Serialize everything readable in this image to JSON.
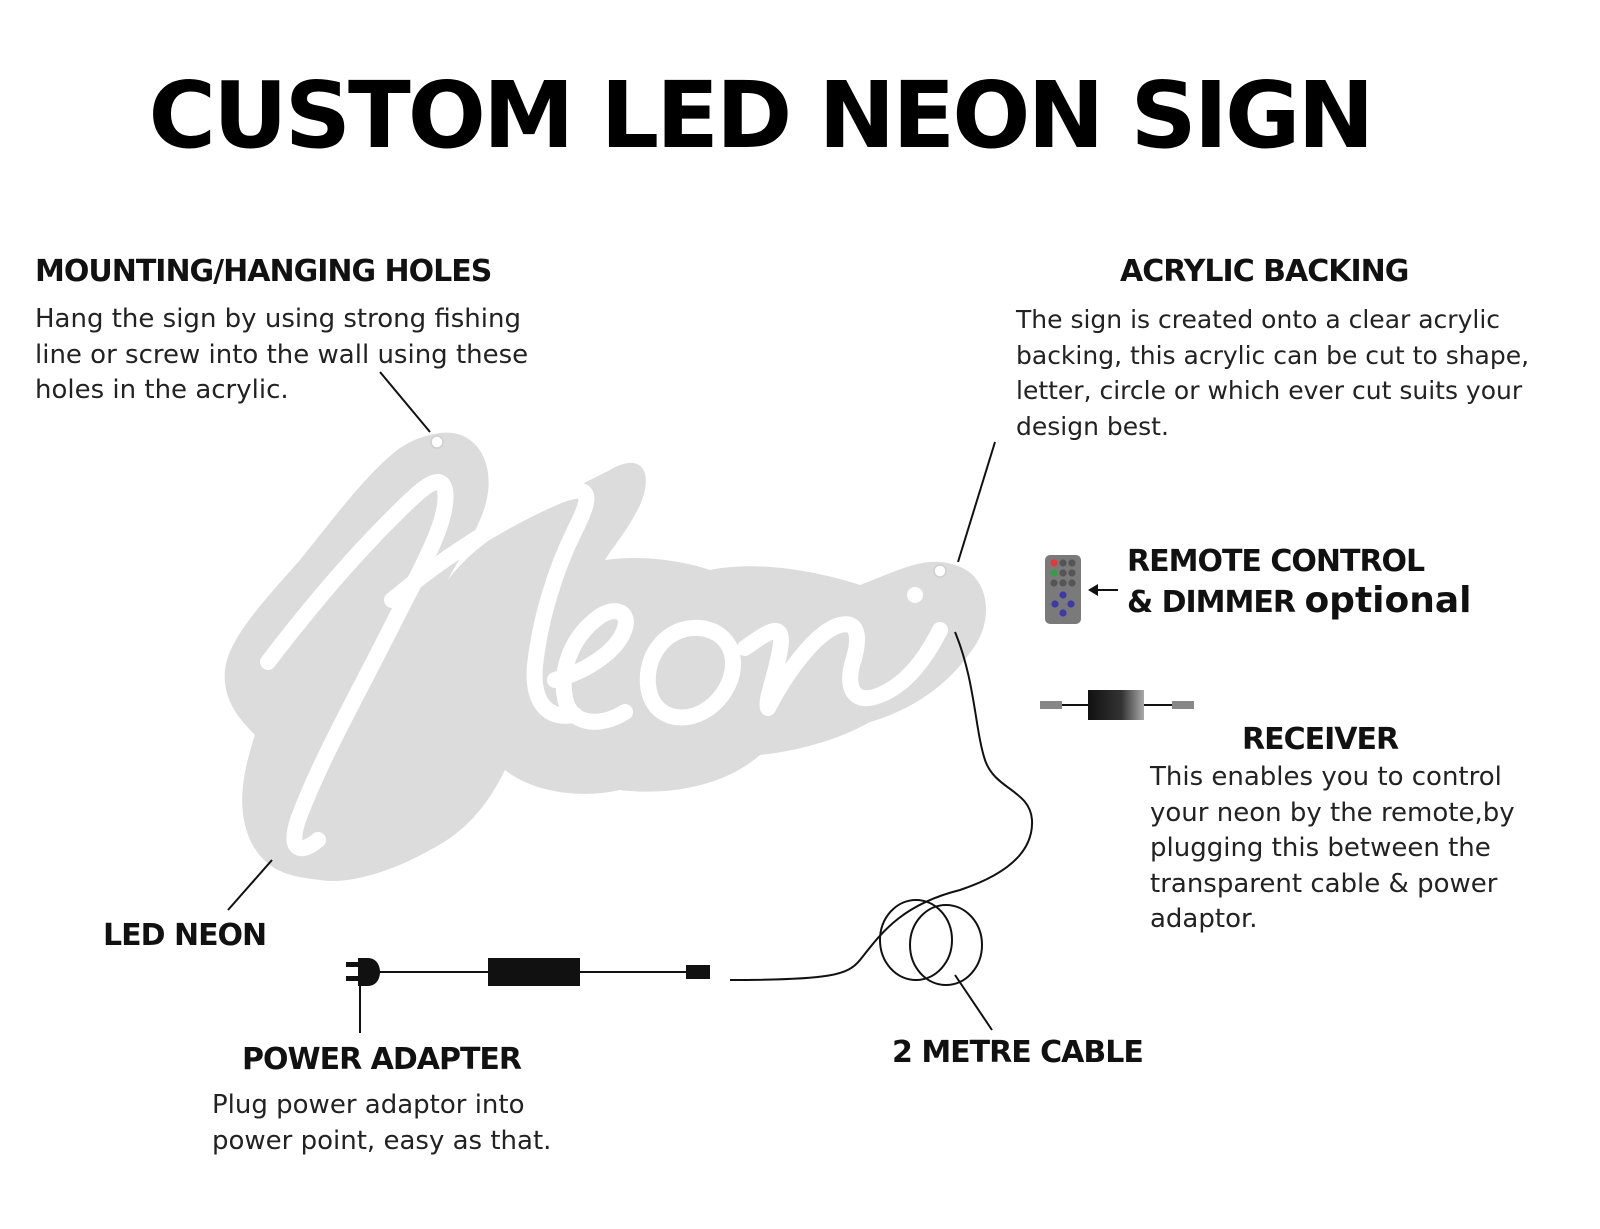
{
  "title": "CUSTOM LED NEON SIGN",
  "sign_text": "Neon",
  "colors": {
    "acrylic": "#dcdcdc",
    "neon": "#ffffff",
    "ink": "#111111",
    "remote_body": "#7a7a7a",
    "remote_red": "#e03a3a",
    "remote_green": "#3a9a4a",
    "remote_blue": "#3d3aa8"
  },
  "mounting": {
    "heading": "MOUNTING/HANGING HOLES",
    "lines": [
      "Hang the sign by using strong fishing",
      "line or screw into the wall using these",
      "holes in the acrylic."
    ]
  },
  "acrylic": {
    "heading": "ACRYLIC BACKING",
    "lines": [
      "The sign is created onto a clear acrylic",
      "backing, this acrylic can be cut to shape,",
      "letter, circle or which ever cut suits your",
      "design best."
    ]
  },
  "remote": {
    "line1": "REMOTE CONTROL",
    "line2": "& DIMMER",
    "optional": "optional"
  },
  "receiver": {
    "heading": "RECEIVER",
    "lines": [
      "This enables you to control",
      "your neon by the remote,by",
      "plugging this between the",
      "transparent cable & power",
      "adaptor."
    ]
  },
  "led_neon": {
    "heading": "LED NEON"
  },
  "power_adapter": {
    "heading": "POWER ADAPTER",
    "lines": [
      "Plug power adaptor into",
      "power point, easy as that."
    ]
  },
  "cable": {
    "heading": "2 METRE CABLE"
  }
}
